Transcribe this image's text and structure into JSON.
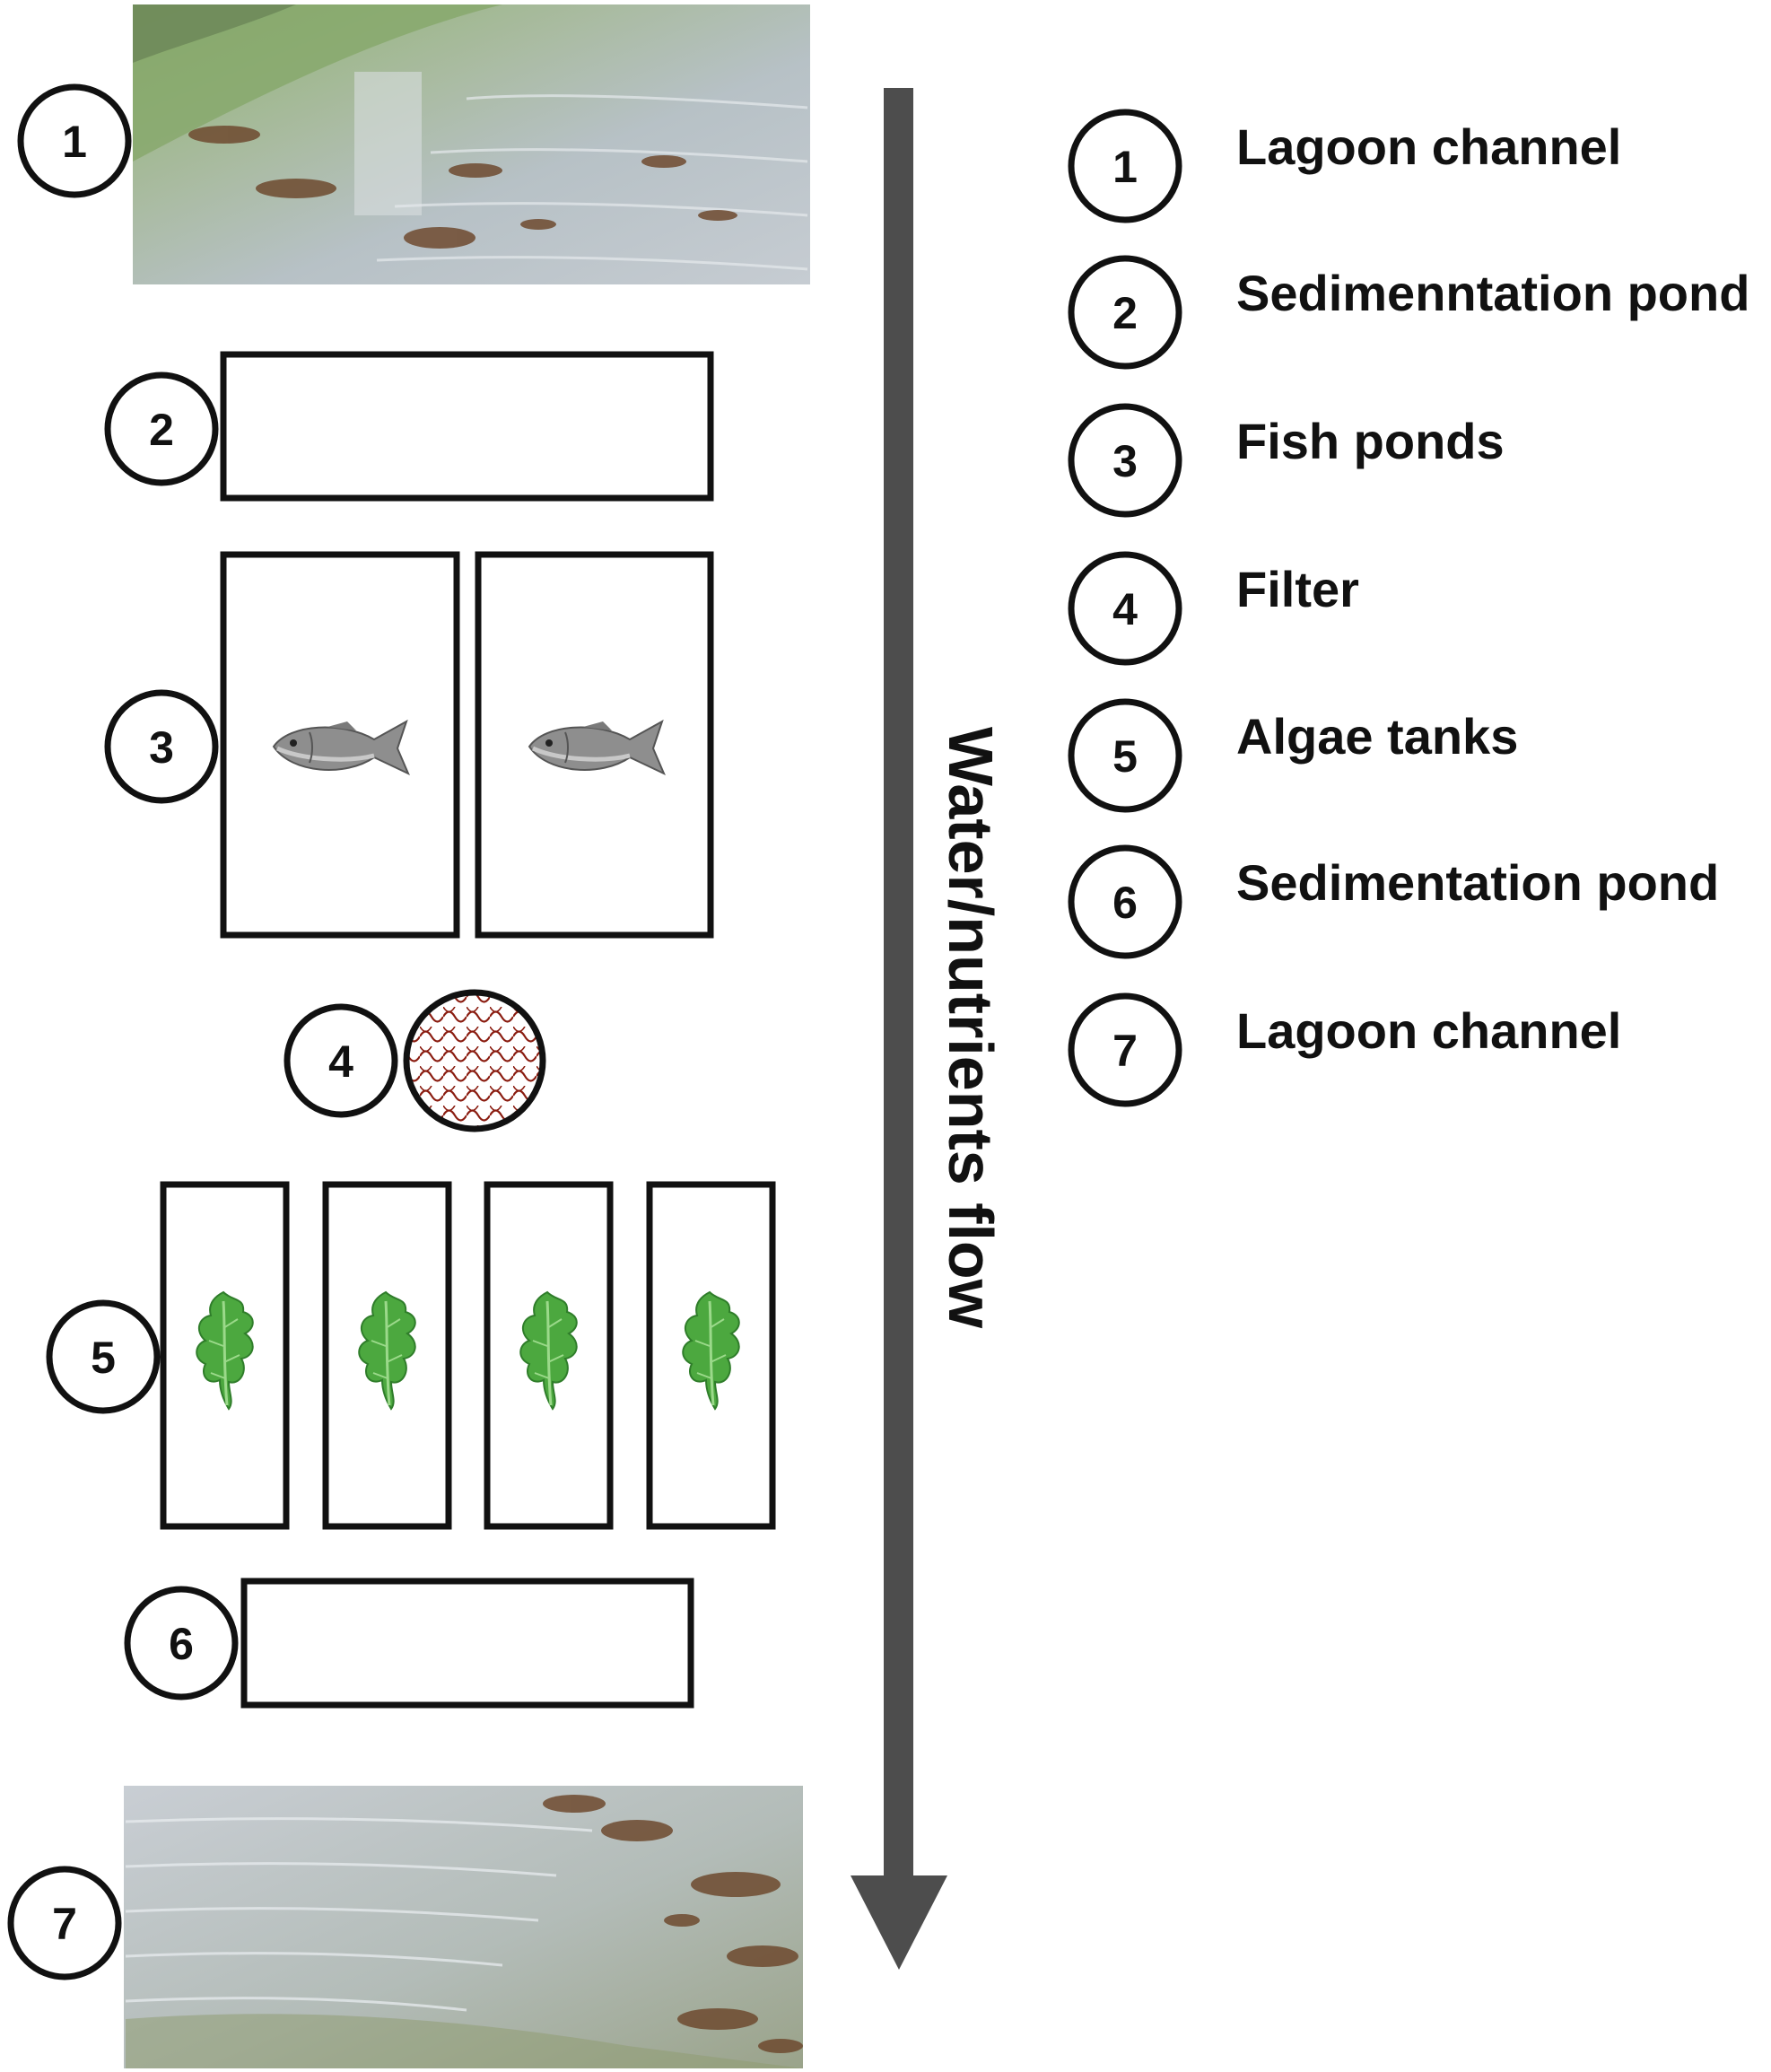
{
  "flow_label": "Water/nutrients flow",
  "colors": {
    "arrow": "#4d4d4d",
    "outline": "#111111",
    "water": "#b9c3c8",
    "shore_green": "#8fb370",
    "seaweed_brown": "#6e4a2f",
    "algae": "#4ca83f",
    "net": "#8a1c10",
    "fish": "#8e8e8e"
  },
  "stages": [
    {
      "num": "1",
      "kind": "photo-water-top"
    },
    {
      "num": "2",
      "kind": "pond"
    },
    {
      "num": "3",
      "kind": "fish-ponds"
    },
    {
      "num": "4",
      "kind": "filter"
    },
    {
      "num": "5",
      "kind": "algae-tanks"
    },
    {
      "num": "6",
      "kind": "pond"
    },
    {
      "num": "7",
      "kind": "photo-water-bottom"
    }
  ],
  "legend": [
    {
      "num": "1",
      "label": "Lagoon channel"
    },
    {
      "num": "2",
      "label": "Sedimenntation pond"
    },
    {
      "num": "3",
      "label": "Fish ponds"
    },
    {
      "num": "4",
      "label": "Filter"
    },
    {
      "num": "5",
      "label": "Algae tanks"
    },
    {
      "num": "6",
      "label": "Sedimentation pond"
    },
    {
      "num": "7",
      "label": "Lagoon channel"
    }
  ]
}
